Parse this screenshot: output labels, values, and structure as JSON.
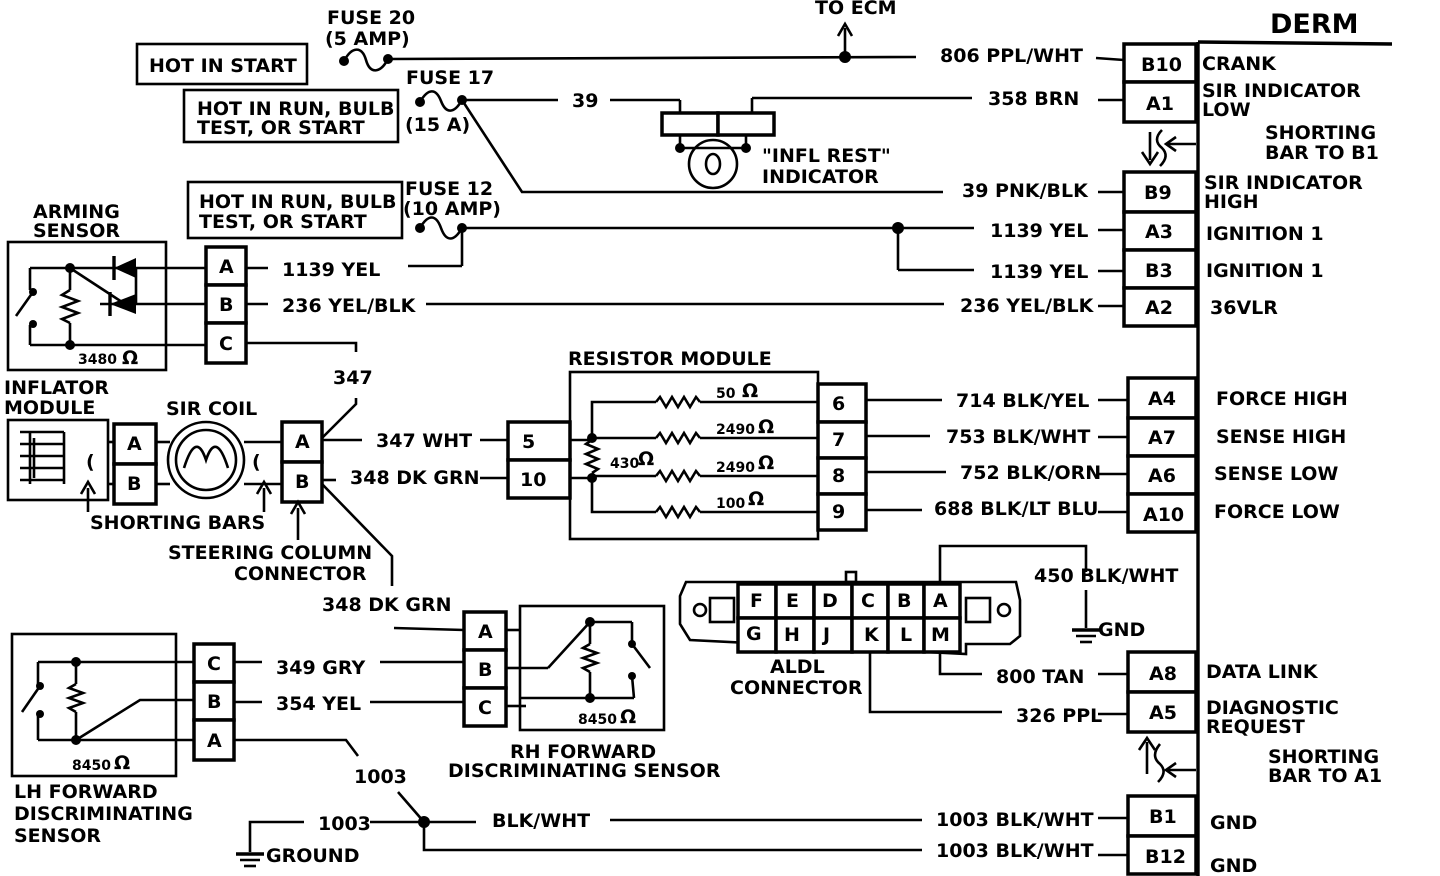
{
  "derm": {
    "title": "DERM",
    "pins": [
      {
        "pin": "B10",
        "wire": "806 PPL/WHT",
        "func": [
          "CRANK"
        ]
      },
      {
        "pin": "A1",
        "wire": "358 BRN",
        "func": [
          "SIR INDICATOR",
          "LOW"
        ]
      },
      {
        "pin": "B9",
        "wire": "39 PNK/BLK",
        "func": [
          "SIR INDICATOR",
          "HIGH"
        ]
      },
      {
        "pin": "A3",
        "wire": "1139 YEL",
        "func": [
          "IGNITION 1"
        ]
      },
      {
        "pin": "B3",
        "wire": "1139 YEL",
        "func": [
          "IGNITION 1"
        ]
      },
      {
        "pin": "A2",
        "wire": "236 YEL/BLK",
        "func": [
          "36VLR"
        ]
      },
      {
        "pin": "A4",
        "wire": "714 BLK/YEL",
        "func": [
          "FORCE HIGH"
        ]
      },
      {
        "pin": "A7",
        "wire": "753 BLK/WHT",
        "func": [
          "SENSE HIGH"
        ]
      },
      {
        "pin": "A6",
        "wire": "752 BLK/ORN",
        "func": [
          "SENSE LOW"
        ]
      },
      {
        "pin": "A10",
        "wire": "688 BLK/LT BLU",
        "func": [
          "FORCE LOW"
        ]
      },
      {
        "pin": "A8",
        "wire": "800 TAN",
        "func": [
          "DATA LINK"
        ]
      },
      {
        "pin": "A5",
        "wire": "326 PPL",
        "func": [
          "DIAGNOSTIC",
          "REQUEST"
        ]
      },
      {
        "pin": "B1",
        "wire": "1003 BLK/WHT",
        "func": [
          "GND"
        ]
      },
      {
        "pin": "B12",
        "wire": "1003 BLK/WHT",
        "func": [
          "GND"
        ]
      }
    ],
    "shorting_bar_b1": [
      "SHORTING",
      "BAR TO B1"
    ],
    "shorting_bar_a1": [
      "SHORTING",
      "BAR TO A1"
    ]
  },
  "power": {
    "fuse20": [
      "FUSE 20",
      "(5 AMP)"
    ],
    "fuse17": [
      "FUSE 17",
      "(15 A)"
    ],
    "fuse12": [
      "FUSE 12",
      "(10 AMP)"
    ],
    "hot_start": "HOT IN START",
    "hot_run_1": [
      "HOT IN RUN, BULB",
      "TEST, OR START"
    ],
    "hot_run_2": [
      "HOT IN RUN, BULB",
      "TEST, OR START"
    ],
    "to_ecm": "TO ECM",
    "wire_39": "39"
  },
  "indicator": {
    "label": [
      "\"INFL REST\"",
      "INDICATOR"
    ]
  },
  "arming_sensor": {
    "label": [
      "ARMING",
      "SENSOR"
    ],
    "pins": [
      "A",
      "B",
      "C"
    ],
    "resistance": "3480",
    "ohm": "Ω",
    "wires": [
      "1139 YEL",
      "236 YEL/BLK",
      "347"
    ]
  },
  "inflator": {
    "inflator_label": [
      "INFLATOR",
      "MODULE"
    ],
    "sir_coil": "SIR COIL",
    "coil_pins": [
      "A",
      "B"
    ],
    "shorting_bars": "SHORTING BARS",
    "steering_col": [
      "STEERING COLUMN",
      "CONNECTOR"
    ],
    "col_pins": [
      "A",
      "B"
    ],
    "wire_347": "347 WHT",
    "wire_348": "348 DK GRN",
    "wire_348b": "348 DK GRN",
    "bracket": "("
  },
  "resistor_module": {
    "title": "RESISTOR MODULE",
    "input_pins": [
      "5",
      "10"
    ],
    "output_pins": [
      "6",
      "7",
      "8",
      "9"
    ],
    "resistors": [
      "50",
      "2490",
      "2490",
      "100"
    ],
    "center_resistor": "430",
    "ohm": "Ω"
  },
  "aldl": {
    "label": [
      "ALDL",
      "CONNECTOR"
    ],
    "top_row": [
      "F",
      "E",
      "D",
      "C",
      "B",
      "A"
    ],
    "bottom_row": [
      "G",
      "H",
      "J",
      "K",
      "L",
      "M"
    ],
    "wire_450": "450 BLK/WHT",
    "gnd": "GND"
  },
  "rh_sensor": {
    "label": [
      "RH FORWARD",
      "DISCRIMINATING SENSOR"
    ],
    "pins": [
      "A",
      "B",
      "C"
    ],
    "resistance": "8450",
    "ohm": "Ω"
  },
  "lh_sensor": {
    "label": [
      "LH FORWARD",
      "DISCRIMINATING",
      "SENSOR"
    ],
    "pins": [
      "C",
      "B",
      "A"
    ],
    "resistance": "8450",
    "ohm": "Ω",
    "wires": [
      "349 GRY",
      "354 YEL",
      "1003"
    ]
  },
  "ground": {
    "wire_1003": "1003",
    "label": "GROUND",
    "blk_wht": "BLK/WHT"
  }
}
